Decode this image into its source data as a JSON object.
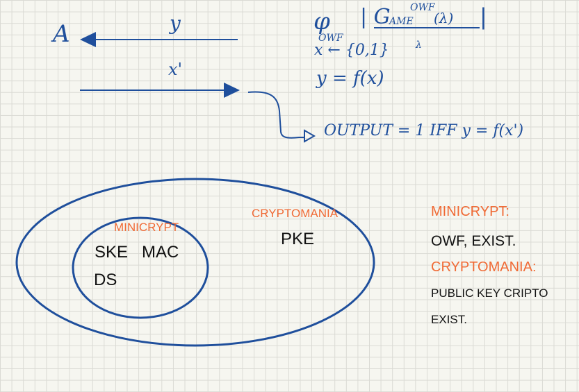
{
  "protocol": {
    "adversary": "A",
    "msg_y": "y",
    "msg_x_prime": "x'",
    "game_phi": "φ",
    "game_phi_sub": "OWF",
    "game_g": "| G",
    "game_g_sub": "AME",
    "game_g_sup": "OWF",
    "game_lambda": "(λ)",
    "game_close": "|",
    "sample_x": "x ← {0,1}",
    "sample_lambda": "λ",
    "y_eq": "y = f(x)",
    "output": "OUTPUT = 1 IFF y = f(x')"
  },
  "venn": {
    "outer_label": "CRYPTOMANIA",
    "inner_label": "MINICRYPT",
    "inner_items": [
      "SKE",
      "MAC",
      "DS"
    ],
    "outer_items": [
      "PKE"
    ]
  },
  "notes": {
    "mini_title": "MINICRYPT:",
    "mini_desc": "OWF, EXIST.",
    "crypto_title": "CRYPTOMANIA:",
    "crypto_desc_1": "PUBLIC KEY CRIPTO",
    "crypto_desc_2": "EXIST."
  },
  "colors": {
    "ink_blue": "#1f4f9c",
    "ink_orange": "#f06a35",
    "ink_black": "#111111",
    "paper": "#f6f6f0"
  }
}
